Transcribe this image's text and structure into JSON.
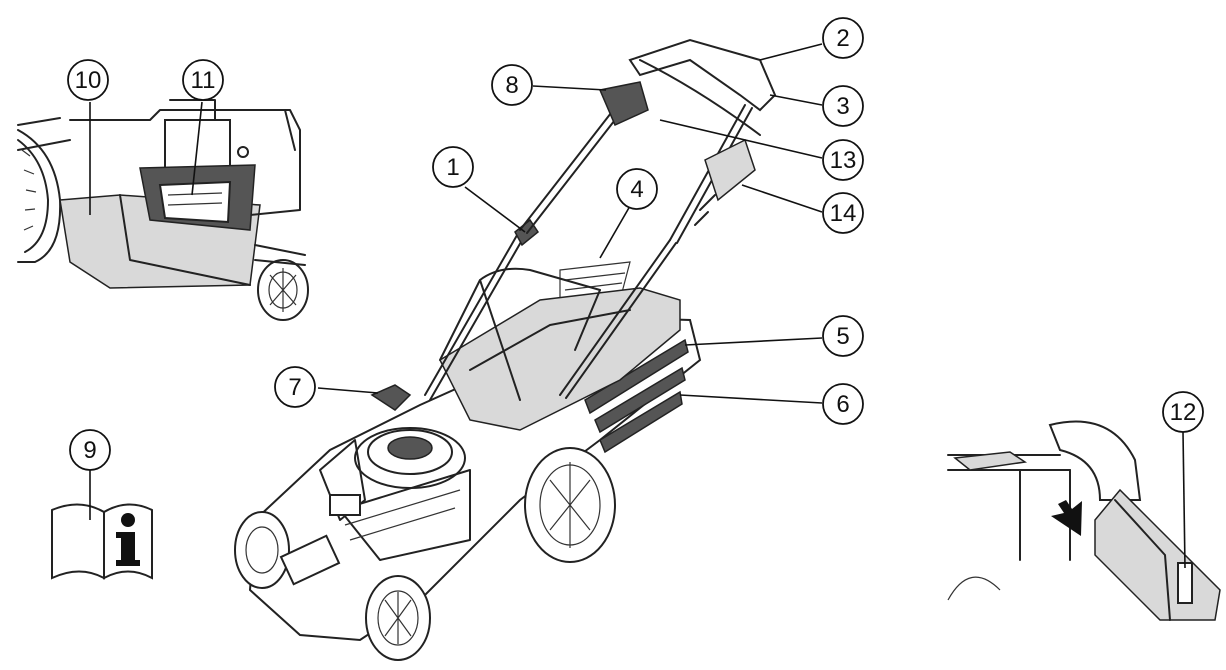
{
  "callouts": [
    {
      "id": "1",
      "label": "1"
    },
    {
      "id": "2",
      "label": "2"
    },
    {
      "id": "3",
      "label": "3"
    },
    {
      "id": "4",
      "label": "4"
    },
    {
      "id": "5",
      "label": "5"
    },
    {
      "id": "6",
      "label": "6"
    },
    {
      "id": "7",
      "label": "7"
    },
    {
      "id": "8",
      "label": "8"
    },
    {
      "id": "9",
      "label": "9"
    },
    {
      "id": "10",
      "label": "10"
    },
    {
      "id": "11",
      "label": "11"
    },
    {
      "id": "12",
      "label": "12"
    },
    {
      "id": "13",
      "label": "13"
    },
    {
      "id": "14",
      "label": "14"
    }
  ],
  "icons": {
    "manual": "manual-info-icon",
    "main": "lawn-mower-illustration",
    "inset_left": "grass-catcher-detail",
    "inset_right": "mulching-plug-detail"
  }
}
